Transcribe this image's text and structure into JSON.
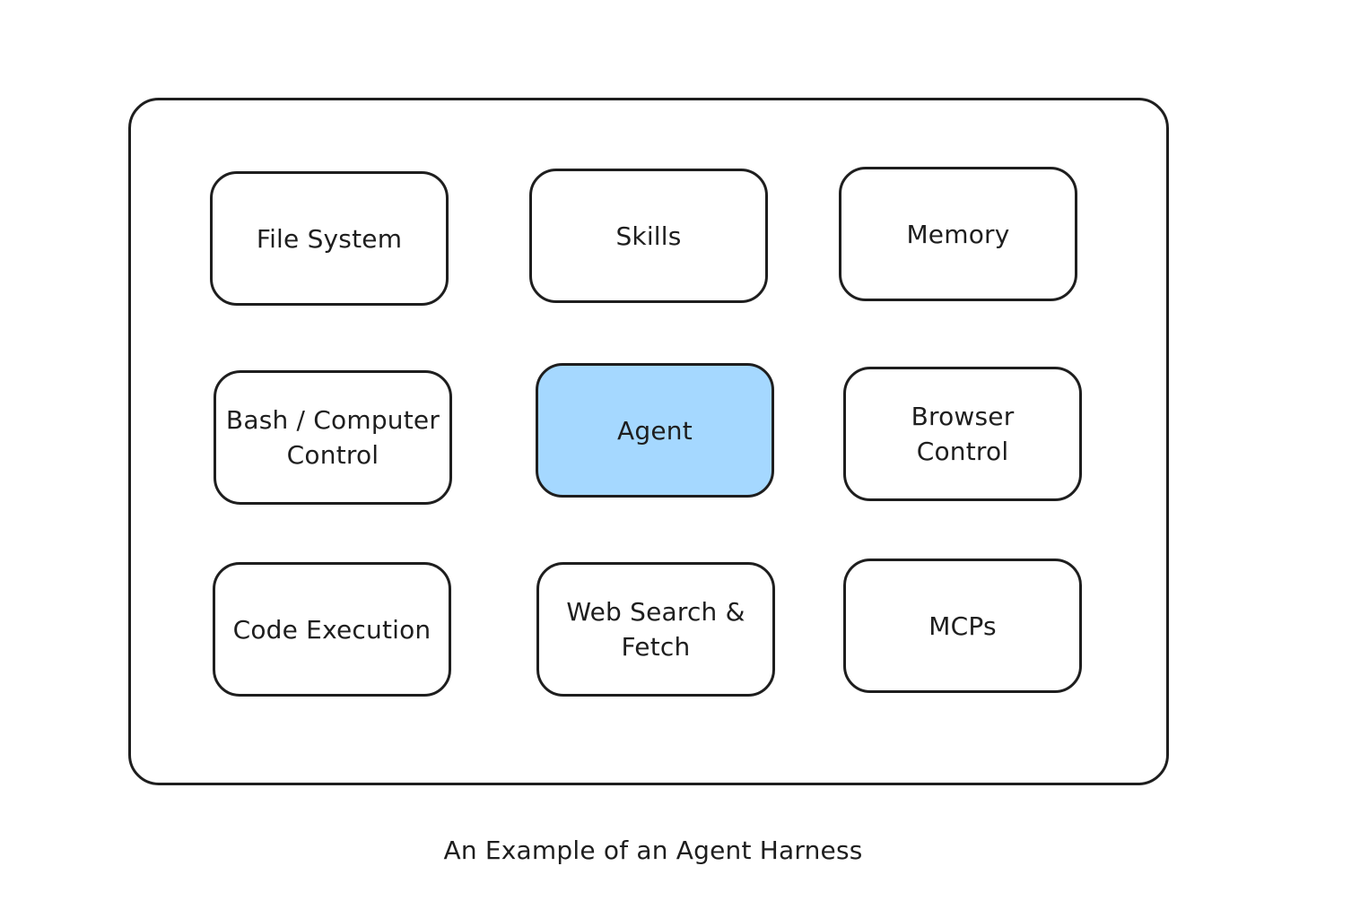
{
  "diagram": {
    "nodes": [
      {
        "id": "file-system",
        "label": "File System"
      },
      {
        "id": "skills",
        "label": "Skills"
      },
      {
        "id": "memory",
        "label": "Memory"
      },
      {
        "id": "bash-computer-control",
        "label": "Bash / Computer\nControl"
      },
      {
        "id": "agent",
        "label": "Agent"
      },
      {
        "id": "browser-control",
        "label": "Browser\nControl"
      },
      {
        "id": "code-execution",
        "label": "Code Execution"
      },
      {
        "id": "web-search-fetch",
        "label": "Web Search &\nFetch"
      },
      {
        "id": "mcps",
        "label": "MCPs"
      }
    ],
    "caption": "An Example of an Agent Harness",
    "colors": {
      "stroke": "#1e1e1e",
      "agent_fill": "#a5d8ff",
      "node_fill": "#ffffff"
    }
  }
}
